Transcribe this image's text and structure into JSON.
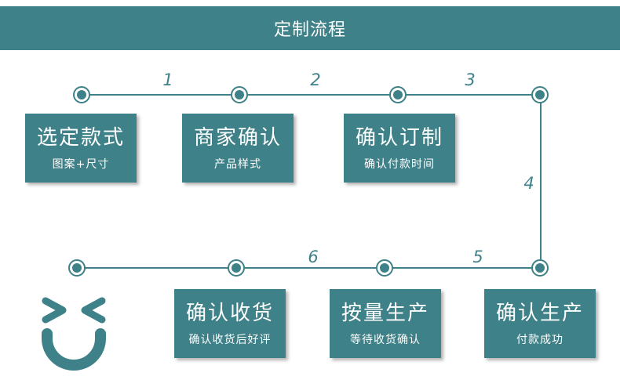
{
  "header": {
    "title": "定制流程"
  },
  "steps": [
    {
      "num": "1"
    },
    {
      "num": "2"
    },
    {
      "num": "3"
    },
    {
      "num": "4"
    },
    {
      "num": "5"
    },
    {
      "num": "6"
    }
  ],
  "cards": [
    {
      "title": "选定款式",
      "subtitle": "图案+尺寸"
    },
    {
      "title": "商家确认",
      "subtitle": "产品样式"
    },
    {
      "title": "确认订制",
      "subtitle": "确认付款时间"
    },
    {
      "title": "确认生产",
      "subtitle": "付款成功"
    },
    {
      "title": "按量生产",
      "subtitle": "等待收货确认"
    },
    {
      "title": "确认收货",
      "subtitle": "确认收货后好评"
    }
  ],
  "colors": {
    "accent": "#3e8188",
    "background": "#ffffff"
  },
  "icons": {
    "mascot": "smiley-face-icon"
  }
}
